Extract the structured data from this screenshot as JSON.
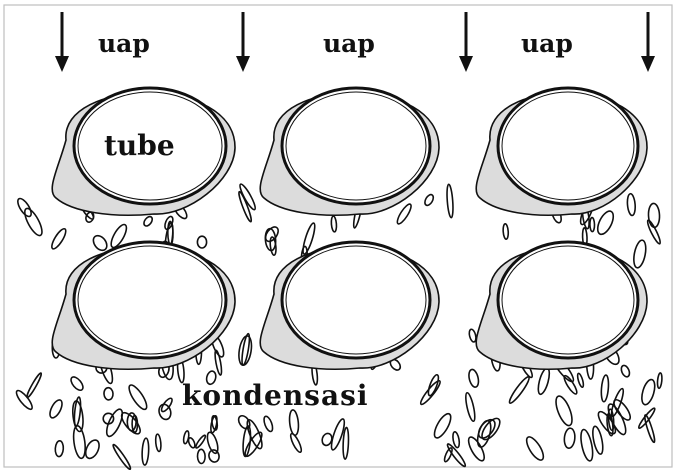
{
  "diagram": {
    "labels": {
      "vapor": "uap",
      "tube": "tube",
      "condensate": "kondensasi"
    },
    "tube_grid": {
      "rows": 2,
      "columns": 3
    },
    "colors": {
      "line": "#111111",
      "film": "#dcdcdc",
      "frame": "#bfbfbf",
      "background": "#ffffff"
    }
  }
}
